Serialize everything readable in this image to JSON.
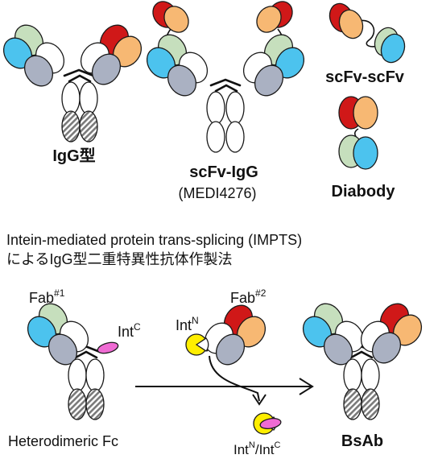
{
  "labels": {
    "igg": "IgG型",
    "scfv_igg": "scFv-IgG",
    "medi": "(MEDI4276)",
    "scfv_scfv": "scFv-scFv",
    "diabody": "Diabody",
    "impts_line1": "Intein-mediated protein trans-splicing (IMPTS)",
    "impts_line2": "によるIgG型二重特異性抗体作製法",
    "fab1": "Fab",
    "fab1_sup": "#1",
    "fab2": "Fab",
    "fab2_sup": "#2",
    "intc": "Int",
    "intc_sup": "C",
    "intn": "Int",
    "intn_sup": "N",
    "intn_intc": "Int",
    "intn_intc_sup1": "N",
    "intn_intc_mid": "/Int",
    "intn_intc_sup2": "C",
    "hetero": "Heterodimeric Fc",
    "bsab": "BsAb"
  },
  "colors": {
    "blue": "#4cc3ee",
    "green": "#c6dfbd",
    "red": "#d01818",
    "orange": "#f7b873",
    "gray": "#aab1c2",
    "white": "#ffffff",
    "pink": "#ef6bd3",
    "yellow": "#ffee00",
    "hatch": "#8c8c8c"
  }
}
